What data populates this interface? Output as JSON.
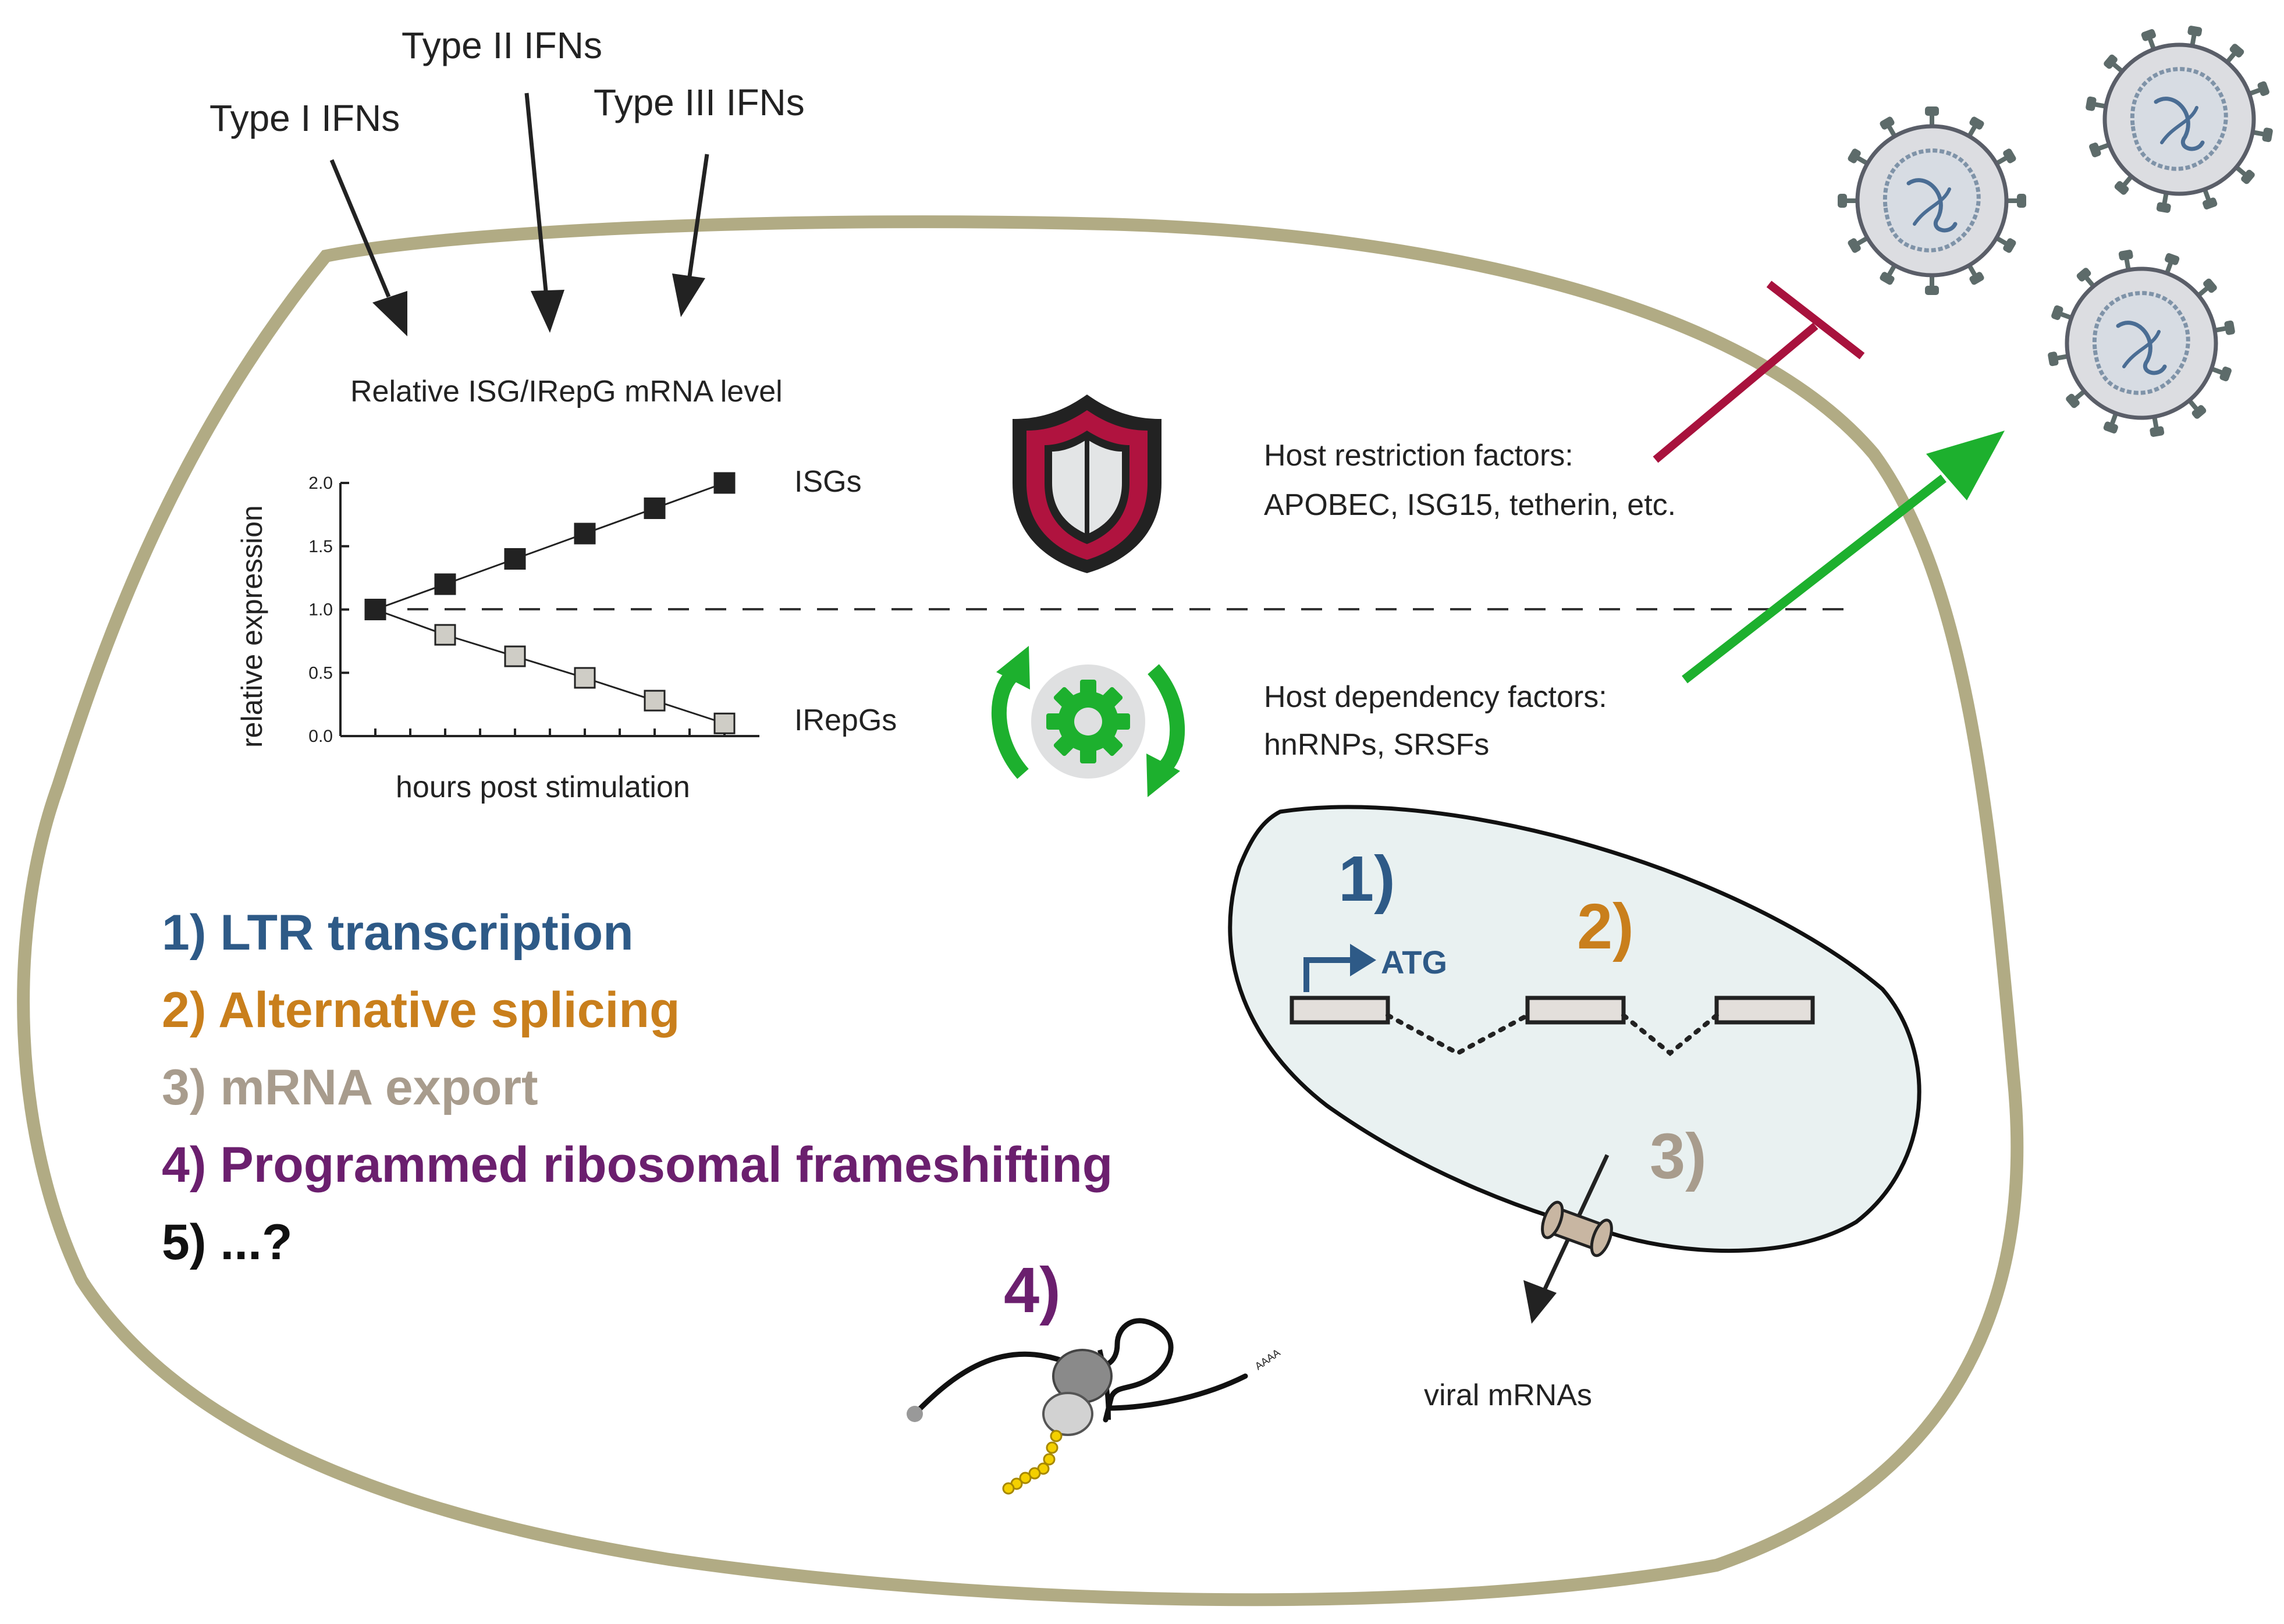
{
  "ifns": {
    "type1": "Type I IFNs",
    "type2": "Type II IFNs",
    "type3": "Type III IFNs"
  },
  "graph": {
    "title": "Relative ISG/IRepG mRNA level",
    "ylabel": "relative expression",
    "xlabel": "hours post stimulation",
    "yticks": [
      "2.0",
      "1.5",
      "1.0",
      "0.5",
      "0.0"
    ],
    "series_isg_label": "ISGs",
    "series_irepg_label": "IRepGs"
  },
  "chart_data": {
    "type": "line",
    "title": "Relative ISG/IRepG mRNA level",
    "xlabel": "hours post stimulation",
    "ylabel": "relative expression",
    "ylim": [
      0,
      2
    ],
    "x": [
      0,
      1,
      2,
      3,
      4,
      5
    ],
    "series": [
      {
        "name": "ISGs",
        "values": [
          1.0,
          1.2,
          1.4,
          1.6,
          1.8,
          2.0
        ],
        "color": "#222222"
      },
      {
        "name": "IRepGs",
        "values": [
          1.0,
          0.8,
          0.63,
          0.46,
          0.28,
          0.1
        ],
        "color": "#cfcdc6"
      }
    ],
    "reference_line": 1.0,
    "grid": false
  },
  "factors": {
    "restriction_title": "Host restriction factors:",
    "restriction_examples": "APOBEC, ISG15, tetherin, etc.",
    "dependency_title": "Host dependency factors:",
    "dependency_examples": "hnRNPs, SRSFs"
  },
  "steps": [
    {
      "text": "1) LTR transcription",
      "color": "#2e5a87"
    },
    {
      "text": "2) Alternative splicing",
      "color": "#c97f1c"
    },
    {
      "text": "3) mRNA export",
      "color": "#a89c8d"
    },
    {
      "text": "4) Programmed ribosomal frameshifting",
      "color": "#6b1f6e"
    },
    {
      "text": "5) ...?",
      "color": "#111111"
    }
  ],
  "nucleus": {
    "step1": "1)",
    "step2": "2)",
    "step3": "3)",
    "atg": "ATG",
    "viral_mrnas": "viral mRNAs"
  },
  "ribosome": {
    "step4": "4)",
    "polya": "AAAA"
  },
  "colors": {
    "cell_membrane": "#b1ab84",
    "nucleus_fill": "#e9f1f1",
    "inhibit": "#a8123d",
    "promote": "#1db02e",
    "shield_red": "#b0133f",
    "virus_fill": "#dcdde1"
  },
  "icons": [
    "shield-icon",
    "gear-icon",
    "virus-icon",
    "ribosome-icon",
    "nuclear-pore-icon",
    "promoter-arrow-icon"
  ]
}
